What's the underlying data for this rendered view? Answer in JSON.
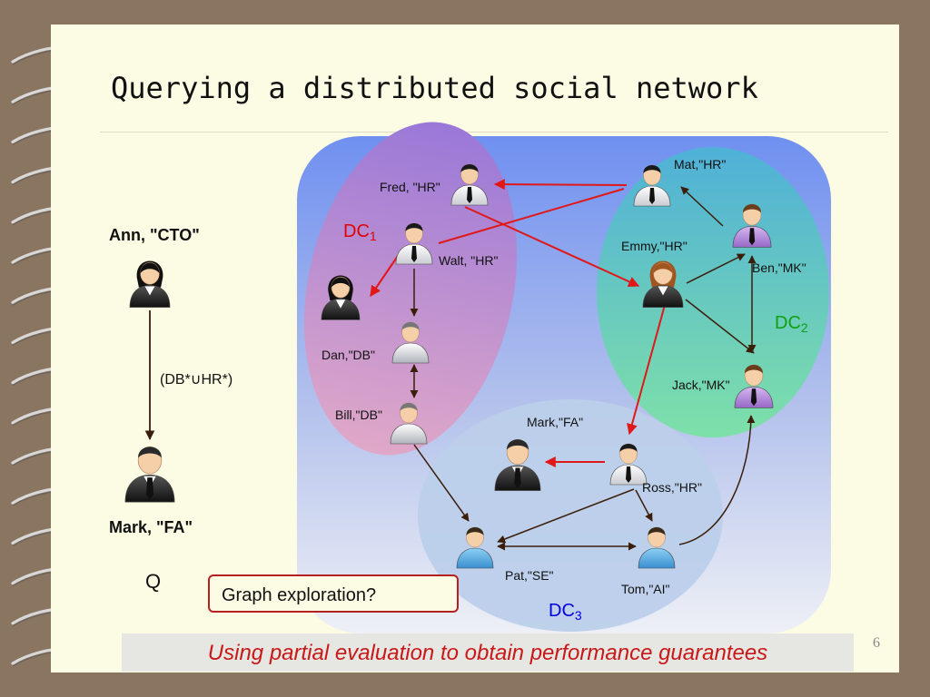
{
  "slide": {
    "title": "Querying a distributed social network",
    "footer": "Using partial evaluation to obtain performance guarantees",
    "page_number": "6"
  },
  "query": {
    "source_label": "Ann, \"CTO\"",
    "target_label": "Mark, \"FA\"",
    "edge_label": "(DB*∪HR*)",
    "query_name": "Q",
    "question_box": "Graph exploration?"
  },
  "clusters": {
    "dc1": {
      "prefix": "DC",
      "sub": "1"
    },
    "dc2": {
      "prefix": "DC",
      "sub": "2"
    },
    "dc3": {
      "prefix": "DC",
      "sub": "3"
    }
  },
  "nodes": {
    "fred": "Fred, \"HR\"",
    "walt": "Walt, \"HR\"",
    "dan": "Dan,\"DB\"",
    "bill": "Bill,\"DB\"",
    "mat": "Mat,\"HR\"",
    "emmy": "Emmy,\"HR\"",
    "ben": "Ben,\"MK\"",
    "jack": "Jack,\"MK\"",
    "mark_fa": "Mark,\"FA\"",
    "ross": "Ross,\"HR\"",
    "pat": "Pat,\"SE\"",
    "tom": "Tom,\"AI\""
  },
  "colors": {
    "highlight_edge": "#e01818",
    "normal_edge": "#3a1e0a",
    "dc1_fill": "#b07fc8",
    "dc2_fill": "#5ec8b4",
    "dc3_fill": "#b8cce8"
  }
}
